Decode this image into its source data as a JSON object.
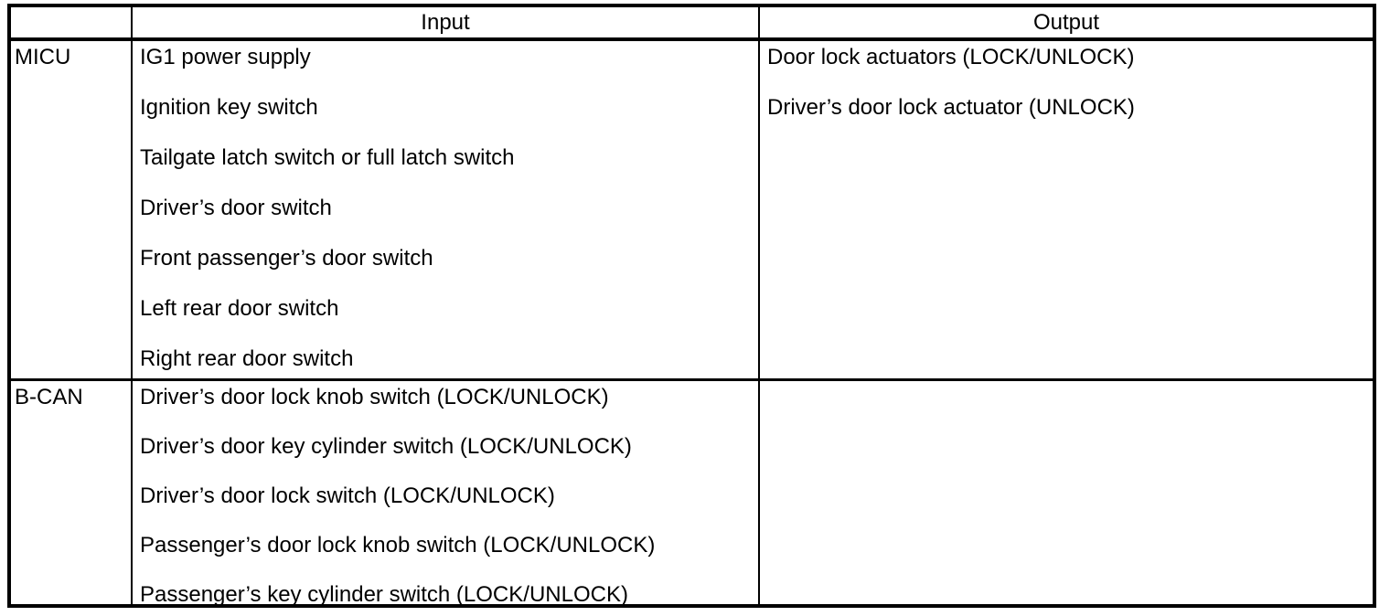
{
  "table": {
    "headers": {
      "corner": "",
      "input": "Input",
      "output": "Output"
    },
    "sections": [
      {
        "label": "MICU",
        "inputs": [
          "IG1 power supply",
          "Ignition key switch",
          "Tailgate latch switch or full latch switch",
          "Driver’s door switch",
          "Front passenger’s door switch",
          "Left rear door switch",
          "Right rear door switch"
        ],
        "outputs": [
          "Door lock actuators (LOCK/UNLOCK)",
          "Driver’s door lock actuator (UNLOCK)"
        ]
      },
      {
        "label": "B-CAN",
        "inputs": [
          "Driver’s door lock knob switch (LOCK/UNLOCK)",
          "Driver’s door key cylinder switch (LOCK/UNLOCK)",
          "Driver’s door lock switch (LOCK/UNLOCK)",
          "Passenger’s door lock knob switch (LOCK/UNLOCK)",
          "Passenger’s key cylinder switch (LOCK/UNLOCK)"
        ],
        "outputs": []
      }
    ]
  },
  "colors": {
    "border": "#000000",
    "text": "#000000",
    "background": "#ffffff"
  }
}
